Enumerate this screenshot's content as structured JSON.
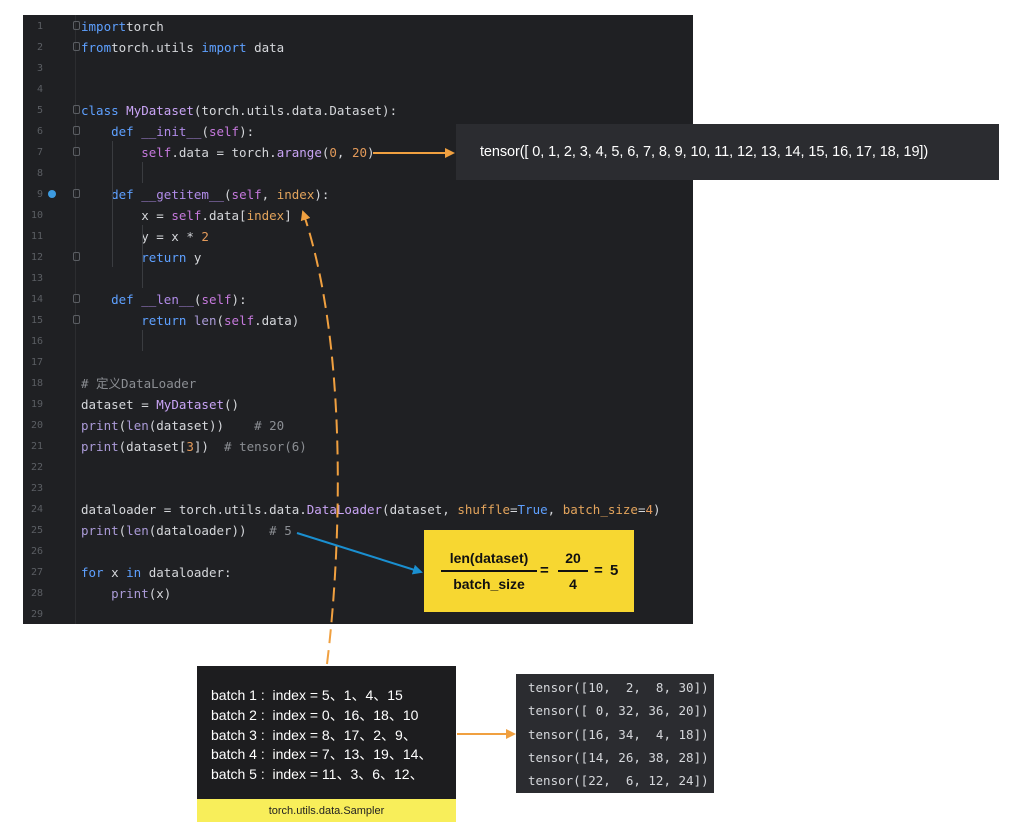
{
  "code_lines": [
    {
      "n": "1",
      "segs": [
        [
          "kw",
          "import"
        ],
        [
          "",
          "torch"
        ]
      ]
    },
    {
      "n": "2",
      "segs": [
        [
          "kw",
          "from"
        ],
        [
          "",
          "torch.utils "
        ],
        [
          "kw",
          "import"
        ],
        [
          "",
          " data"
        ]
      ]
    },
    {
      "n": "3",
      "segs": []
    },
    {
      "n": "4",
      "segs": []
    },
    {
      "n": "5",
      "segs": [
        [
          "kw",
          "class"
        ],
        [
          "",
          " "
        ],
        [
          "fn",
          "MyDataset"
        ],
        [
          "",
          "(torch.utils.data.Dataset):"
        ]
      ]
    },
    {
      "n": "6",
      "segs": [
        [
          "",
          "    "
        ],
        [
          "kw",
          "def"
        ],
        [
          "",
          " "
        ],
        [
          "dun",
          "__init__"
        ],
        [
          "",
          "("
        ],
        [
          "slf",
          "self"
        ],
        [
          "",
          "):"
        ]
      ]
    },
    {
      "n": "7",
      "segs": [
        [
          "",
          "        "
        ],
        [
          "slf",
          "self"
        ],
        [
          "",
          ".data = torch."
        ],
        [
          "fn",
          "arange"
        ],
        [
          "",
          "("
        ],
        [
          "num",
          "0"
        ],
        [
          ", ",
          ""
        ],
        [
          "num",
          "20"
        ],
        [
          "",
          ")"
        ]
      ]
    },
    {
      "n": "8",
      "segs": []
    },
    {
      "n": "9",
      "segs": [
        [
          "",
          "    "
        ],
        [
          "kw",
          "def"
        ],
        [
          "",
          " "
        ],
        [
          "dun",
          "__getitem__"
        ],
        [
          "",
          "("
        ],
        [
          "slf",
          "self"
        ],
        [
          "",
          ", "
        ],
        [
          "prm",
          "index"
        ],
        [
          "",
          "):"
        ]
      ]
    },
    {
      "n": "10",
      "segs": [
        [
          "",
          "        x = "
        ],
        [
          "slf",
          "self"
        ],
        [
          "",
          ".data["
        ],
        [
          "prm",
          "index"
        ],
        [
          "",
          "]"
        ]
      ]
    },
    {
      "n": "11",
      "segs": [
        [
          "",
          "        y = x * "
        ],
        [
          "num",
          "2"
        ]
      ]
    },
    {
      "n": "12",
      "segs": [
        [
          "",
          "        "
        ],
        [
          "kw",
          "return"
        ],
        [
          "",
          " y"
        ]
      ]
    },
    {
      "n": "13",
      "segs": []
    },
    {
      "n": "14",
      "segs": [
        [
          "",
          "    "
        ],
        [
          "kw",
          "def"
        ],
        [
          "",
          " "
        ],
        [
          "dun",
          "__len__"
        ],
        [
          "",
          "("
        ],
        [
          "slf",
          "self"
        ],
        [
          "",
          "):"
        ]
      ]
    },
    {
      "n": "15",
      "segs": [
        [
          "",
          "        "
        ],
        [
          "kw",
          "return"
        ],
        [
          "",
          " "
        ],
        [
          "bi",
          "len"
        ],
        [
          "",
          "("
        ],
        [
          "slf",
          "self"
        ],
        [
          "",
          ".data)"
        ]
      ]
    },
    {
      "n": "16",
      "segs": []
    },
    {
      "n": "17",
      "segs": []
    },
    {
      "n": "18",
      "segs": [
        [
          "cm",
          "# 定义DataLoader"
        ]
      ]
    },
    {
      "n": "19",
      "segs": [
        [
          "",
          "dataset = "
        ],
        [
          "fn",
          "MyDataset"
        ],
        [
          "",
          "()"
        ]
      ]
    },
    {
      "n": "20",
      "segs": [
        [
          "bi",
          "print"
        ],
        [
          "",
          "("
        ],
        [
          "bi",
          "len"
        ],
        [
          "",
          "(dataset))    "
        ],
        [
          "cm",
          "# 20"
        ]
      ]
    },
    {
      "n": "21",
      "segs": [
        [
          "bi",
          "print"
        ],
        [
          "",
          "(dataset["
        ],
        [
          "num",
          "3"
        ],
        [
          "",
          "])  "
        ],
        [
          "cm",
          "# tensor(6)"
        ]
      ]
    },
    {
      "n": "22",
      "segs": []
    },
    {
      "n": "23",
      "segs": []
    },
    {
      "n": "24",
      "segs": [
        [
          "",
          "dataloader = torch.utils.data."
        ],
        [
          "fn",
          "DataLoader"
        ],
        [
          "",
          "(dataset, "
        ],
        [
          "prm",
          "shuffle"
        ],
        [
          "",
          "="
        ],
        [
          "kw",
          "True"
        ],
        [
          "",
          ", "
        ],
        [
          "prm",
          "batch_size"
        ],
        [
          "",
          "="
        ],
        [
          "num",
          "4"
        ],
        [
          "",
          ")"
        ]
      ]
    },
    {
      "n": "25",
      "segs": [
        [
          "bi",
          "print"
        ],
        [
          "",
          "("
        ],
        [
          "bi",
          "len"
        ],
        [
          "",
          "(dataloader))   "
        ],
        [
          "cm",
          "# 5"
        ]
      ]
    },
    {
      "n": "26",
      "segs": []
    },
    {
      "n": "27",
      "segs": [
        [
          "kw",
          "for"
        ],
        [
          "",
          " x "
        ],
        [
          "kw",
          "in"
        ],
        [
          "",
          " dataloader:"
        ]
      ]
    },
    {
      "n": "28",
      "segs": [
        [
          "",
          "    "
        ],
        [
          "bi",
          "print"
        ],
        [
          "",
          "(x)"
        ]
      ]
    },
    {
      "n": "29",
      "segs": []
    }
  ],
  "tensor_output": "tensor([ 0,  1,  2,  3,  4,  5,  6,  7,  8,  9, 10, 11, 12, 13, 14, 15, 16, 17, 18, 19])",
  "formula": {
    "numerator": "len(dataset)",
    "denominator": "batch_size",
    "eq1": "=",
    "num2": "20",
    "den2": "4",
    "eq2": "=",
    "result": "5"
  },
  "batches": [
    "batch 1 :  index = 5、1、4、15",
    "batch 2 :  index = 0、16、18、10",
    "batch 3 :  index = 8、17、2、9、",
    "batch 4 :  index = 7、13、19、14、",
    "batch 5 :  index = 11、3、6、12、"
  ],
  "sampler_label": "torch.utils.data.Sampler",
  "outputs": [
    "tensor([10,  2,  8, 30])",
    "tensor([ 0, 32, 36, 20])",
    "tensor([16, 34,  4, 18])",
    "tensor([14, 26, 38, 28])",
    "tensor([22,  6, 12, 24])"
  ],
  "colors": {
    "editor_bg": "#1f2023",
    "orange_arrow": "#f0a040",
    "blue_arrow": "#1a8fd0",
    "formula_bg": "#f7d731",
    "sampler_bg": "#f8ee5a"
  }
}
